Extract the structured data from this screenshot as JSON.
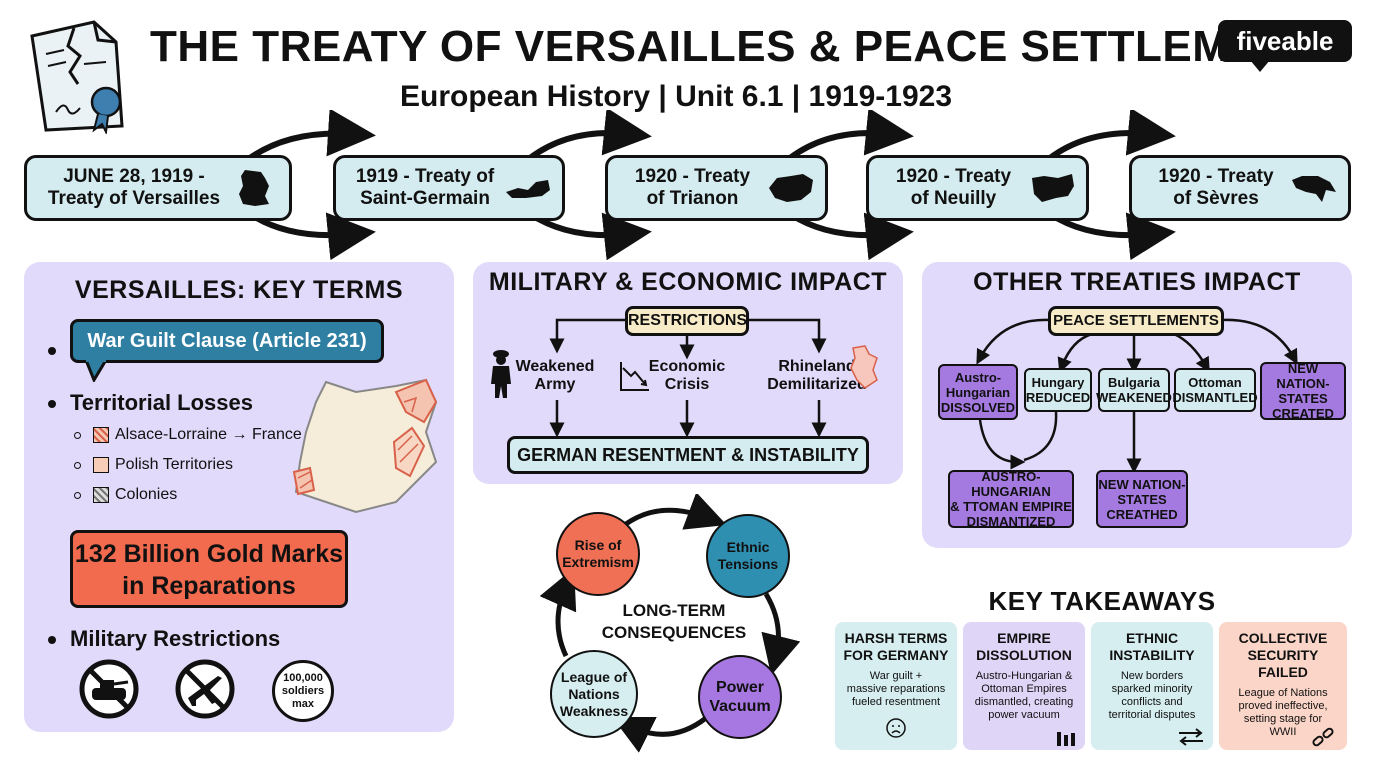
{
  "header": {
    "title": "THE TREATY OF VERSAILLES & PEACE SETTLEMENTS",
    "subtitle": "European History | Unit 6.1 | 1919-1923",
    "logo": "fiveable"
  },
  "timeline": [
    {
      "line1": "JUNE 28, 1919 -",
      "line2": "Treaty of Versailles",
      "map": "germany-map"
    },
    {
      "line1": "1919 - Treaty of",
      "line2": "Saint-Germain",
      "map": "austria-map"
    },
    {
      "line1": "1920 - Treaty",
      "line2": "of Trianon",
      "map": "hungary-map"
    },
    {
      "line1": "1920 - Treaty",
      "line2": "of Neuilly",
      "map": "bulgaria-map"
    },
    {
      "line1": "1920 - Treaty",
      "line2": "of Sèvres",
      "map": "turkey-map"
    }
  ],
  "versailles": {
    "title": "VERSAILLES: KEY TERMS",
    "war_guilt": "War Guilt Clause (Article 231)",
    "territorial": "Territorial Losses",
    "losses": [
      "Alsace-Lorraine → France",
      "Polish Territories",
      "Colonies"
    ],
    "reparations_line1": "132 Billion Gold Marks",
    "reparations_line2": "in Reparations",
    "military": "Military Restrictions",
    "soldiers_1": "100,000",
    "soldiers_2": "soldiers",
    "soldiers_3": "max"
  },
  "military_economic": {
    "title": "MILITARY & ECONOMIC IMPACT",
    "restrictions": "RESTRICTIONS",
    "army_1": "Weakened",
    "army_2": "Army",
    "crisis_1": "Economic",
    "crisis_2": "Crisis",
    "rhine_1": "Rhineland",
    "rhine_2": "Demilitarized",
    "result": "GERMAN RESENTMENT & INSTABILITY"
  },
  "other_treaties": {
    "title": "OTHER TREATIES IMPACT",
    "root": "PEACE SETTLEMENTS",
    "n1_1": "Austro-",
    "n1_2": "Hungarian",
    "n1_3": "DISSOLVED",
    "n2_1": "Hungary",
    "n2_2": "REDUCED",
    "n3_1": "Bulgaria",
    "n3_2": "WEAKENED",
    "n4_1": "Ottoman",
    "n4_2": "DISMANTLED",
    "n5_1": "NEW NATION-",
    "n5_2": "STATES",
    "n5_3": "CREATED",
    "b1_1": "AUSTRO-HUNGARIAN",
    "b1_2": "& TTOMAN EMPIRE",
    "b1_3": "DISMANTIZED",
    "b2_1": "NEW NATION-",
    "b2_2": "STATES",
    "b2_3": "CREATHED"
  },
  "consequences": {
    "center_1": "LONG-TERM",
    "center_2": "CONSEQUENCES",
    "c1_1": "Rise of",
    "c1_2": "Extremism",
    "c2_1": "Ethnic",
    "c2_2": "Tensions",
    "c3_1": "Power",
    "c3_2": "Vacuum",
    "c4_1": "League of",
    "c4_2": "Nations",
    "c4_3": "Weakness"
  },
  "takeaways": {
    "title": "KEY TAKEAWAYS",
    "cards": [
      {
        "t1": "HARSH TERMS",
        "t2": "FOR GERMANY",
        "b1": "War guilt +",
        "b2": "massive reparations",
        "b3": "fueled resentment",
        "b4": ""
      },
      {
        "t1": "EMPIRE",
        "t2": "DISSOLUTION",
        "b1": "Austro-Hungarian &",
        "b2": "Ottoman Empires",
        "b3": "dismantled, creating",
        "b4": "power vacuum"
      },
      {
        "t1": "ETHNIC",
        "t2": "INSTABILITY",
        "b1": "New borders",
        "b2": "sparked minority",
        "b3": "conflicts and",
        "b4": "territorial disputes"
      },
      {
        "t1": "COLLECTIVE",
        "t2": "SECURITY FAILED",
        "b1": "League of Nations",
        "b2": "proved ineffective,",
        "b3": "setting stage for",
        "b4": "WWII"
      }
    ]
  },
  "colors": {
    "panel": "#e1dafa",
    "timeline_box": "#d4ecef",
    "war_guilt": "#2f7fa3",
    "reparations": "#f26b4f",
    "node_purple": "#a47ae0",
    "extremism": "#f07055",
    "ethnic": "#2f8fb1",
    "vacuum": "#a878e2",
    "league": "#d6eef0",
    "card_blue": "#d6eef0",
    "card_purple": "#dfd5f7",
    "card_peach": "#fbd6c8"
  }
}
